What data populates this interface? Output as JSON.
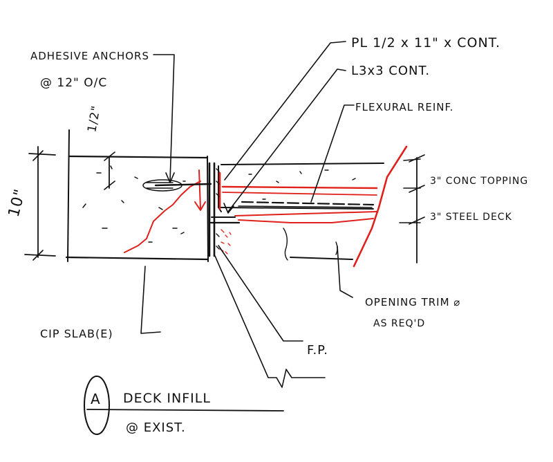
{
  "colors": {
    "ink": "#111111",
    "red_ink": "#e0201b",
    "paper": "#ffffff"
  },
  "labels": {
    "adhesive_anchors": "ADHESIVE ANCHORS",
    "anchor_spacing": "@ 12\" O/C",
    "embed_dim": "1/2\"",
    "slab_depth": "10\"",
    "plate": "PL 1/2 x 11\" x CONT.",
    "angle": "L3x3 CONT.",
    "flexural_reinf": "FLEXURAL REINF.",
    "conc_topping": "3\" CONC TOPPING",
    "steel_deck": "3\" STEEL DECK",
    "opening_trim": "OPENING TRIM ⌀",
    "as_reqd": "AS REQ'D",
    "cip_slab": "CIP SLAB(E)",
    "fp": "F.P.",
    "detail_id": "A",
    "detail_title": "DECK INFILL",
    "detail_sub": "@ EXIST."
  }
}
